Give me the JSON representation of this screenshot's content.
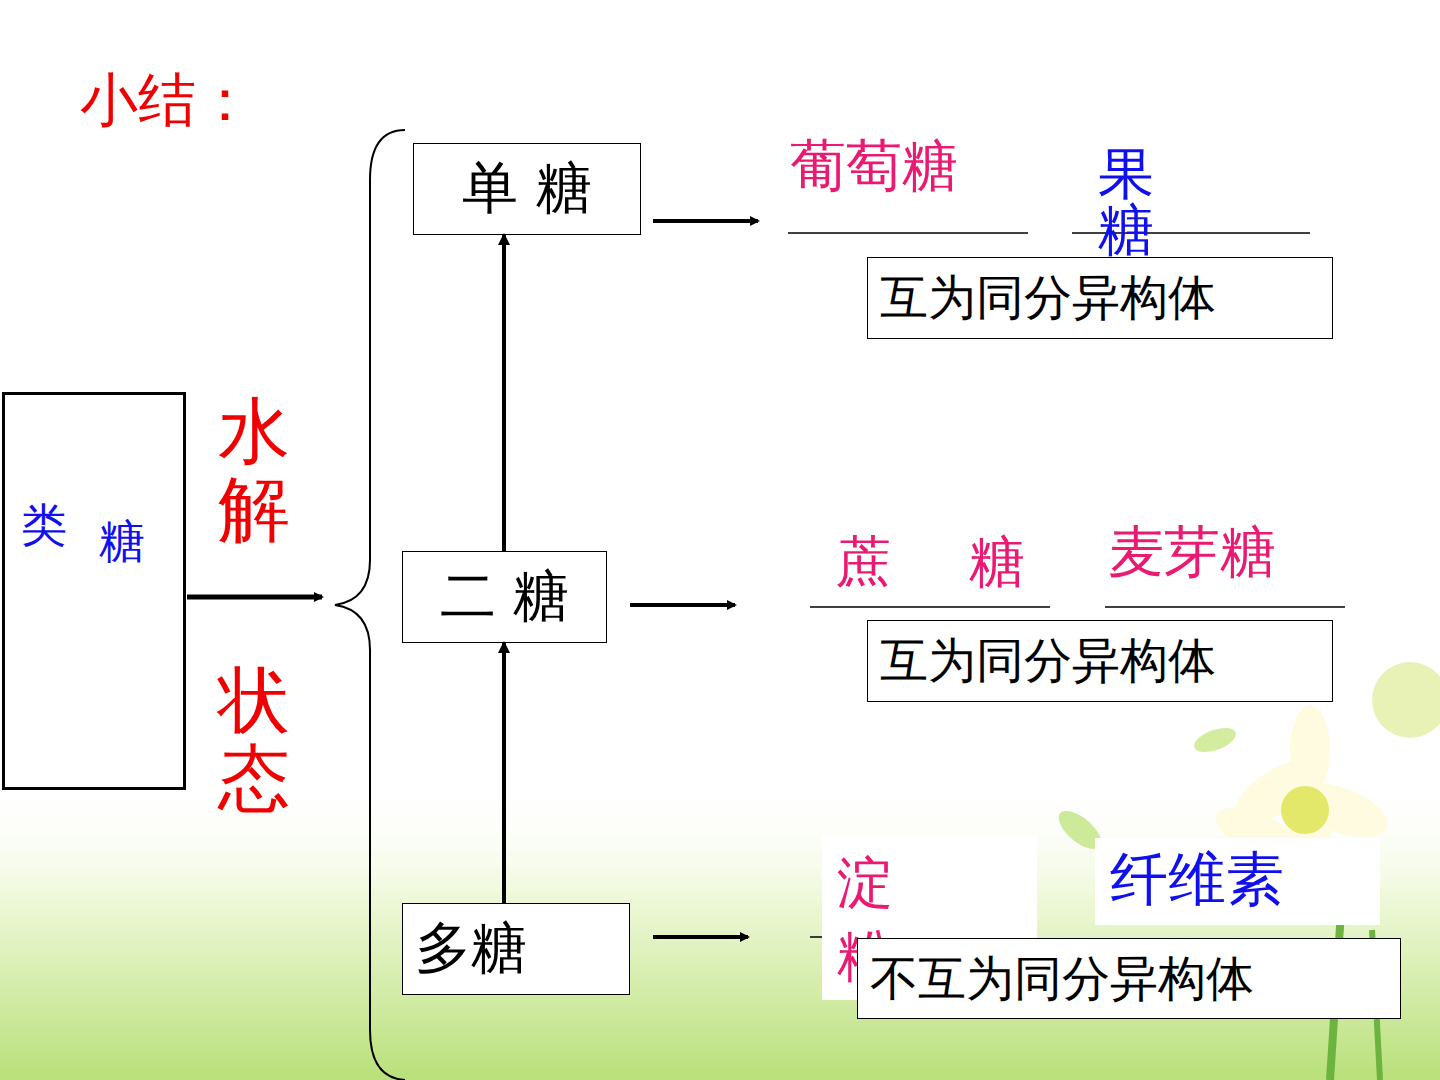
{
  "diagram": {
    "title": "小结：",
    "nodes": [
      {
        "text": [
          "类",
          "糖"
        ]
      },
      {
        "text": [
          "单 糖"
        ]
      },
      {
        "text": [
          "互为同分异构体"
        ]
      },
      {
        "text": [
          "二 糖"
        ]
      },
      {
        "text": [
          "互为同分异构体"
        ]
      },
      {
        "text": [
          "多糖"
        ]
      },
      {
        "text": [
          "不互为同分异构体"
        ]
      }
    ],
    "edges": [
      {
        "from": 3,
        "to": 1,
        "arrow": "to"
      },
      {
        "from": 5,
        "to": 3,
        "arrow": "to"
      }
    ],
    "labels": [
      "水解",
      "状态",
      "葡萄糖",
      "果糖",
      "蔗 糖",
      "麦芽糖",
      "淀粉",
      "纤维素"
    ]
  }
}
